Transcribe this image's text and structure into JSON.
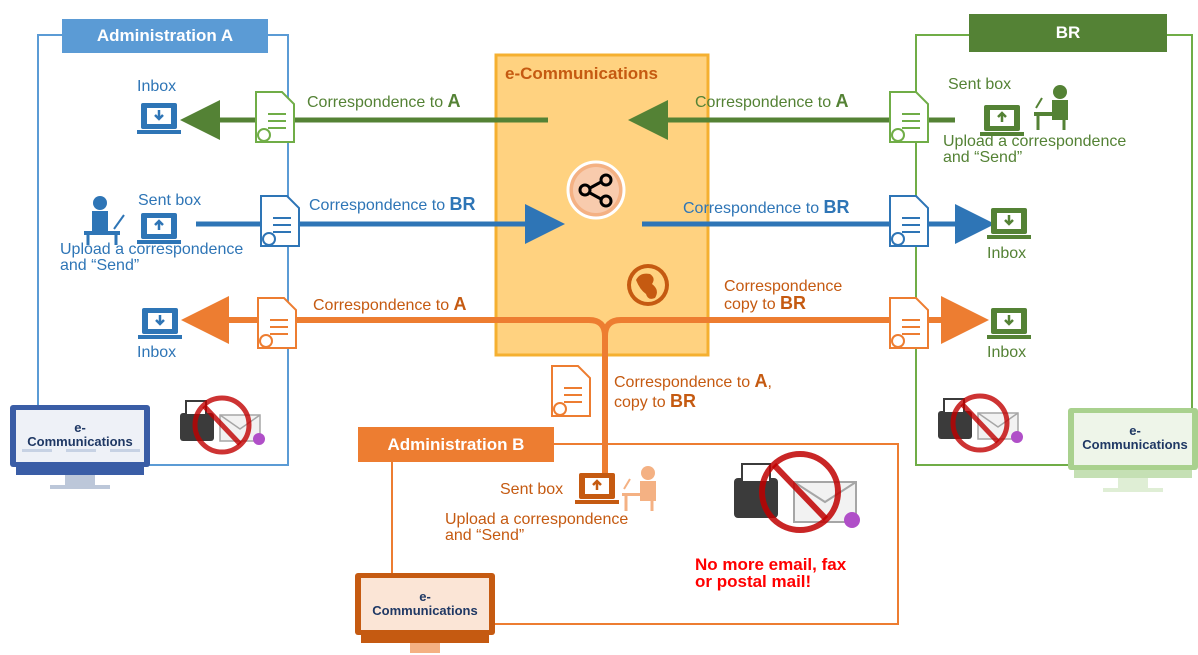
{
  "hub": {
    "title": "e-Communications"
  },
  "admin_a": {
    "header": "Administration A",
    "inbox_top": "Inbox",
    "sent_box": "Sent box",
    "upload": [
      "Upload a correspondence",
      "and “Send”"
    ],
    "inbox_bottom": "Inbox",
    "screen_label": [
      "e-",
      "Communications"
    ]
  },
  "br": {
    "header": "BR",
    "sent_box": "Sent box",
    "upload": [
      "Upload a correspondence",
      "and “Send”"
    ],
    "inbox_mid": "Inbox",
    "inbox_bottom": "Inbox",
    "screen_label": [
      "e-",
      "Communications"
    ]
  },
  "admin_b": {
    "header": "Administration B",
    "sent_box": "Sent box",
    "upload": [
      "Upload a correspondence",
      "and “Send”"
    ],
    "screen_label": [
      "e-",
      "Communications"
    ]
  },
  "flows": {
    "to_a_left": {
      "text": "Correspondence to ",
      "bold": "A"
    },
    "to_a_right": {
      "text": "Correspondence to ",
      "bold": "A"
    },
    "to_br_left": {
      "text": "Correspondence to ",
      "bold": "BR"
    },
    "to_br_right": {
      "text": "Correspondence to ",
      "bold": "BR"
    },
    "orange_to_a": {
      "text": "Correspondence to ",
      "bold": "A"
    },
    "orange_copy_br": {
      "line1": "Correspondence",
      "text": "copy to ",
      "bold": "BR"
    },
    "orange_center": {
      "line1": "Correspondence to ",
      "bold1": "A",
      "comma": ",",
      "text": "copy to ",
      "bold2": "BR"
    }
  },
  "no_more": [
    "No more email, fax",
    "or postal mail!"
  ],
  "colors": {
    "blue": "#2e75b6",
    "green": "#548235",
    "orange": "#ed7d31",
    "hub_fill": "#ffd280",
    "hub_border": "#f5b030"
  }
}
